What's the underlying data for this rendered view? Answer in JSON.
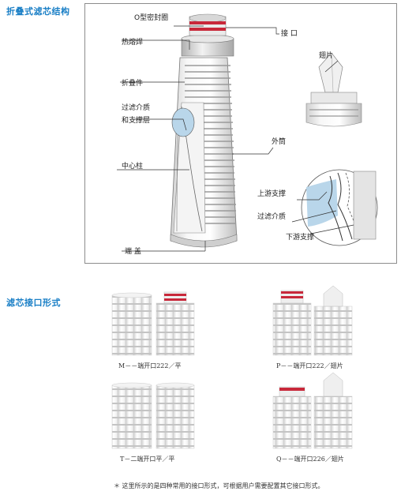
{
  "headings": {
    "structure": "折叠式滤芯结构",
    "forms": "滤芯接口形式"
  },
  "diagram": {
    "labels": {
      "o_ring": "O型密封圈",
      "interface": "接 口",
      "heat_weld": "热熔焊",
      "fin": "翅片",
      "pleat": "折叠件",
      "media_line1": "过滤介质",
      "media_line2": "和支撑层",
      "outer_cage": "外筒",
      "core": "中心柱",
      "upstream": "上游支撑",
      "media": "过滤介质",
      "downstream": "下游支撑",
      "end_cap": "端 盖"
    }
  },
  "interfaces": [
    {
      "caption": "M－－端开口222／平"
    },
    {
      "caption": "P－－端开口222／翅片"
    },
    {
      "caption": "T－二端开口平／平"
    },
    {
      "caption": "Q－－端开口226／翅片"
    }
  ],
  "footnote": "＊ 这里所示的是四种常用的接口形式，可根据用户需要配置其它接口形式。",
  "colors": {
    "heading": "#1a7fc6",
    "seal_red": "#c8283a",
    "media_blue": "#b9d6ea"
  }
}
